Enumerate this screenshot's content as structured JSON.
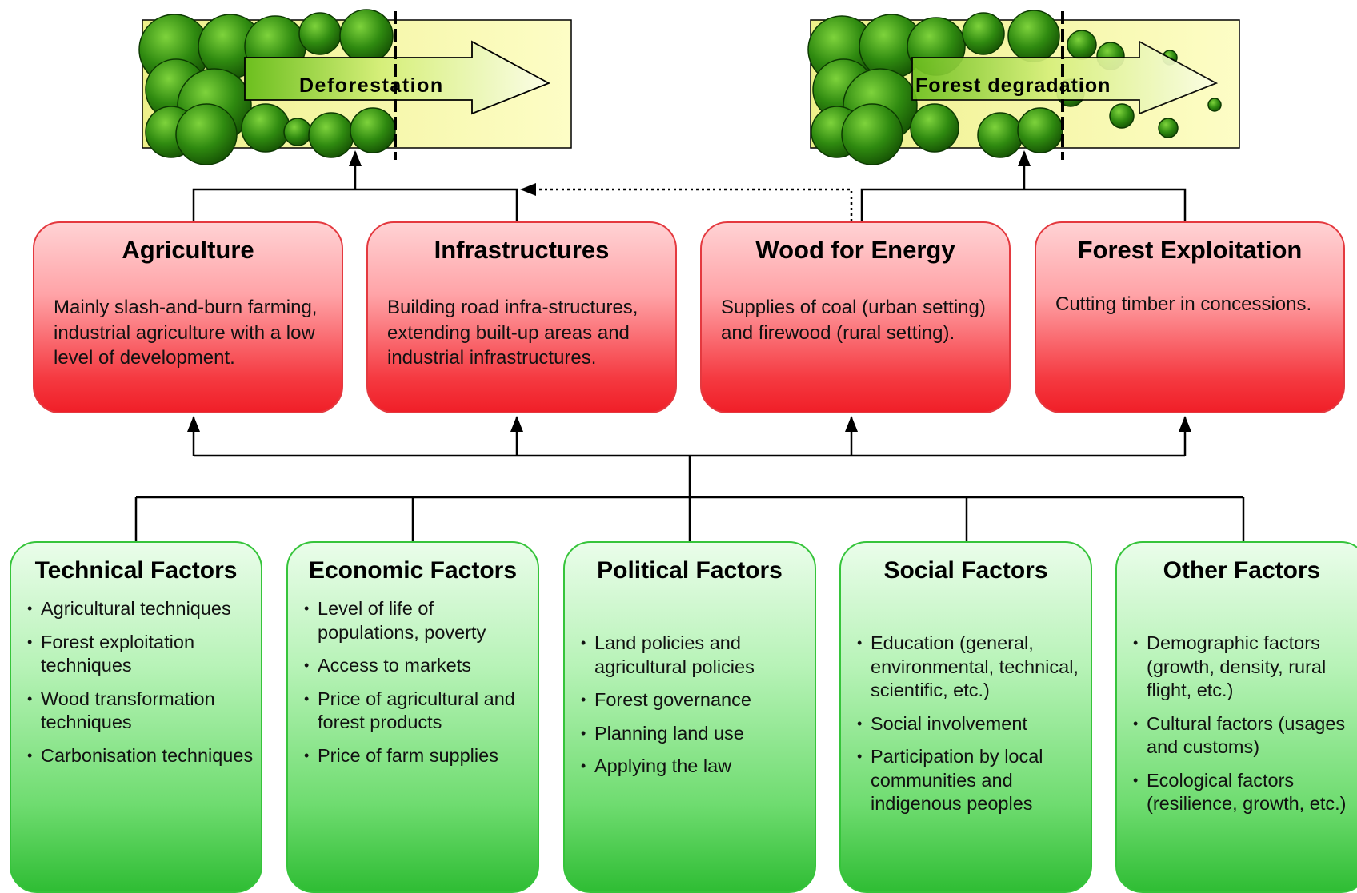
{
  "top_panels": [
    {
      "label": "Deforestation"
    },
    {
      "label": "Forest degradation"
    }
  ],
  "drivers": [
    {
      "title": "Agriculture",
      "text": "Mainly slash-and-burn farming, industrial agriculture with a low level of development."
    },
    {
      "title": "Infrastructures",
      "text": "Building road infra-structures, extending built-up areas and industrial infrastructures."
    },
    {
      "title": "Wood for Energy",
      "text": "Supplies of coal (urban setting) and firewood (rural setting)."
    },
    {
      "title": "Forest Exploitation",
      "text": "Cutting timber in concessions."
    }
  ],
  "factors": [
    {
      "title": "Technical Factors",
      "items": [
        "Agricultural techniques",
        "Forest exploitation techniques",
        "Wood transformation techniques",
        "Carbonisation techniques"
      ]
    },
    {
      "title": "Economic Factors",
      "items": [
        "Level of life of populations, poverty",
        "Access to markets",
        "Price of agricultural and forest products",
        "Price of farm supplies"
      ]
    },
    {
      "title": "Political Factors",
      "items": [
        "Land policies and agricultural policies",
        "Forest governance",
        "Planning land use",
        "Applying the law"
      ]
    },
    {
      "title": "Social Factors",
      "items": [
        "Education (general, environmental, technical, scientific, etc.)",
        "Social involvement",
        "Participation by local communities and indigenous peoples"
      ]
    },
    {
      "title": "Other Factors",
      "items": [
        "Demographic factors (growth, density, rural flight, etc.)",
        "Cultural factors (usages and customs)",
        "Ecological factors (resilience, growth, etc.)"
      ]
    }
  ],
  "colors": {
    "driver_border": "#e4393f",
    "driver_fill": "#f53a41",
    "factor_border": "#36c43b",
    "factor_fill": "#6fdc70",
    "panel_fill": "#fbfbae",
    "tree_dark": "#2f7d0e",
    "tree_light": "#5fbf1f"
  }
}
